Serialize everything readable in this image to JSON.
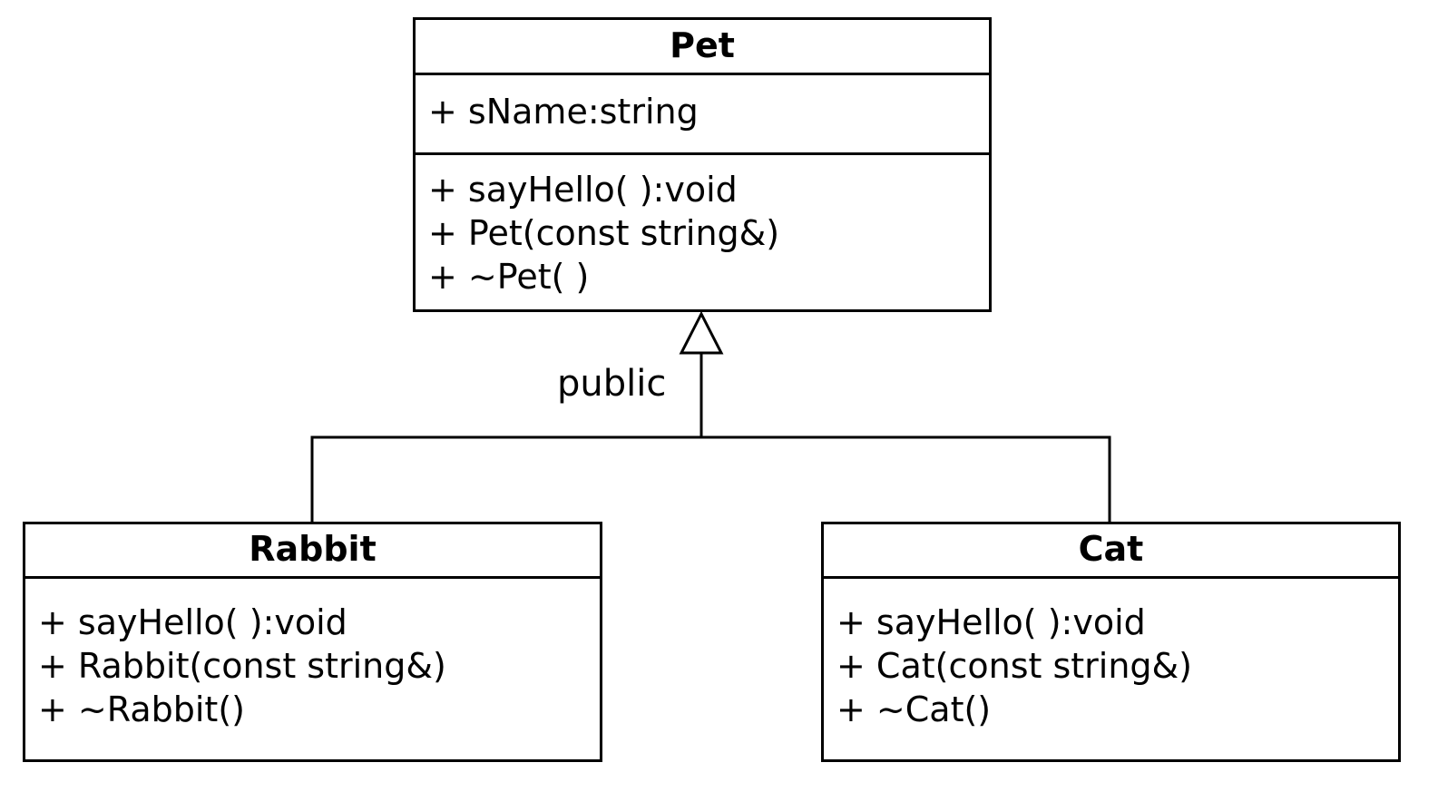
{
  "classes": {
    "pet": {
      "name": "Pet",
      "attributes": [
        "+ sName:string"
      ],
      "operations": [
        "+ sayHello( ):void",
        "+ Pet(const string&)",
        "+ ~Pet( )"
      ]
    },
    "rabbit": {
      "name": "Rabbit",
      "operations": [
        "+ sayHello( ):void",
        "+ Rabbit(const string&)",
        "+ ~Rabbit()"
      ]
    },
    "cat": {
      "name": "Cat",
      "operations": [
        "+ sayHello( ):void",
        "+ Cat(const string&)",
        "+ ~Cat()"
      ]
    }
  },
  "relationship": {
    "type": "generalization",
    "label": "public",
    "parent": "Pet",
    "children": [
      "Rabbit",
      "Cat"
    ]
  }
}
